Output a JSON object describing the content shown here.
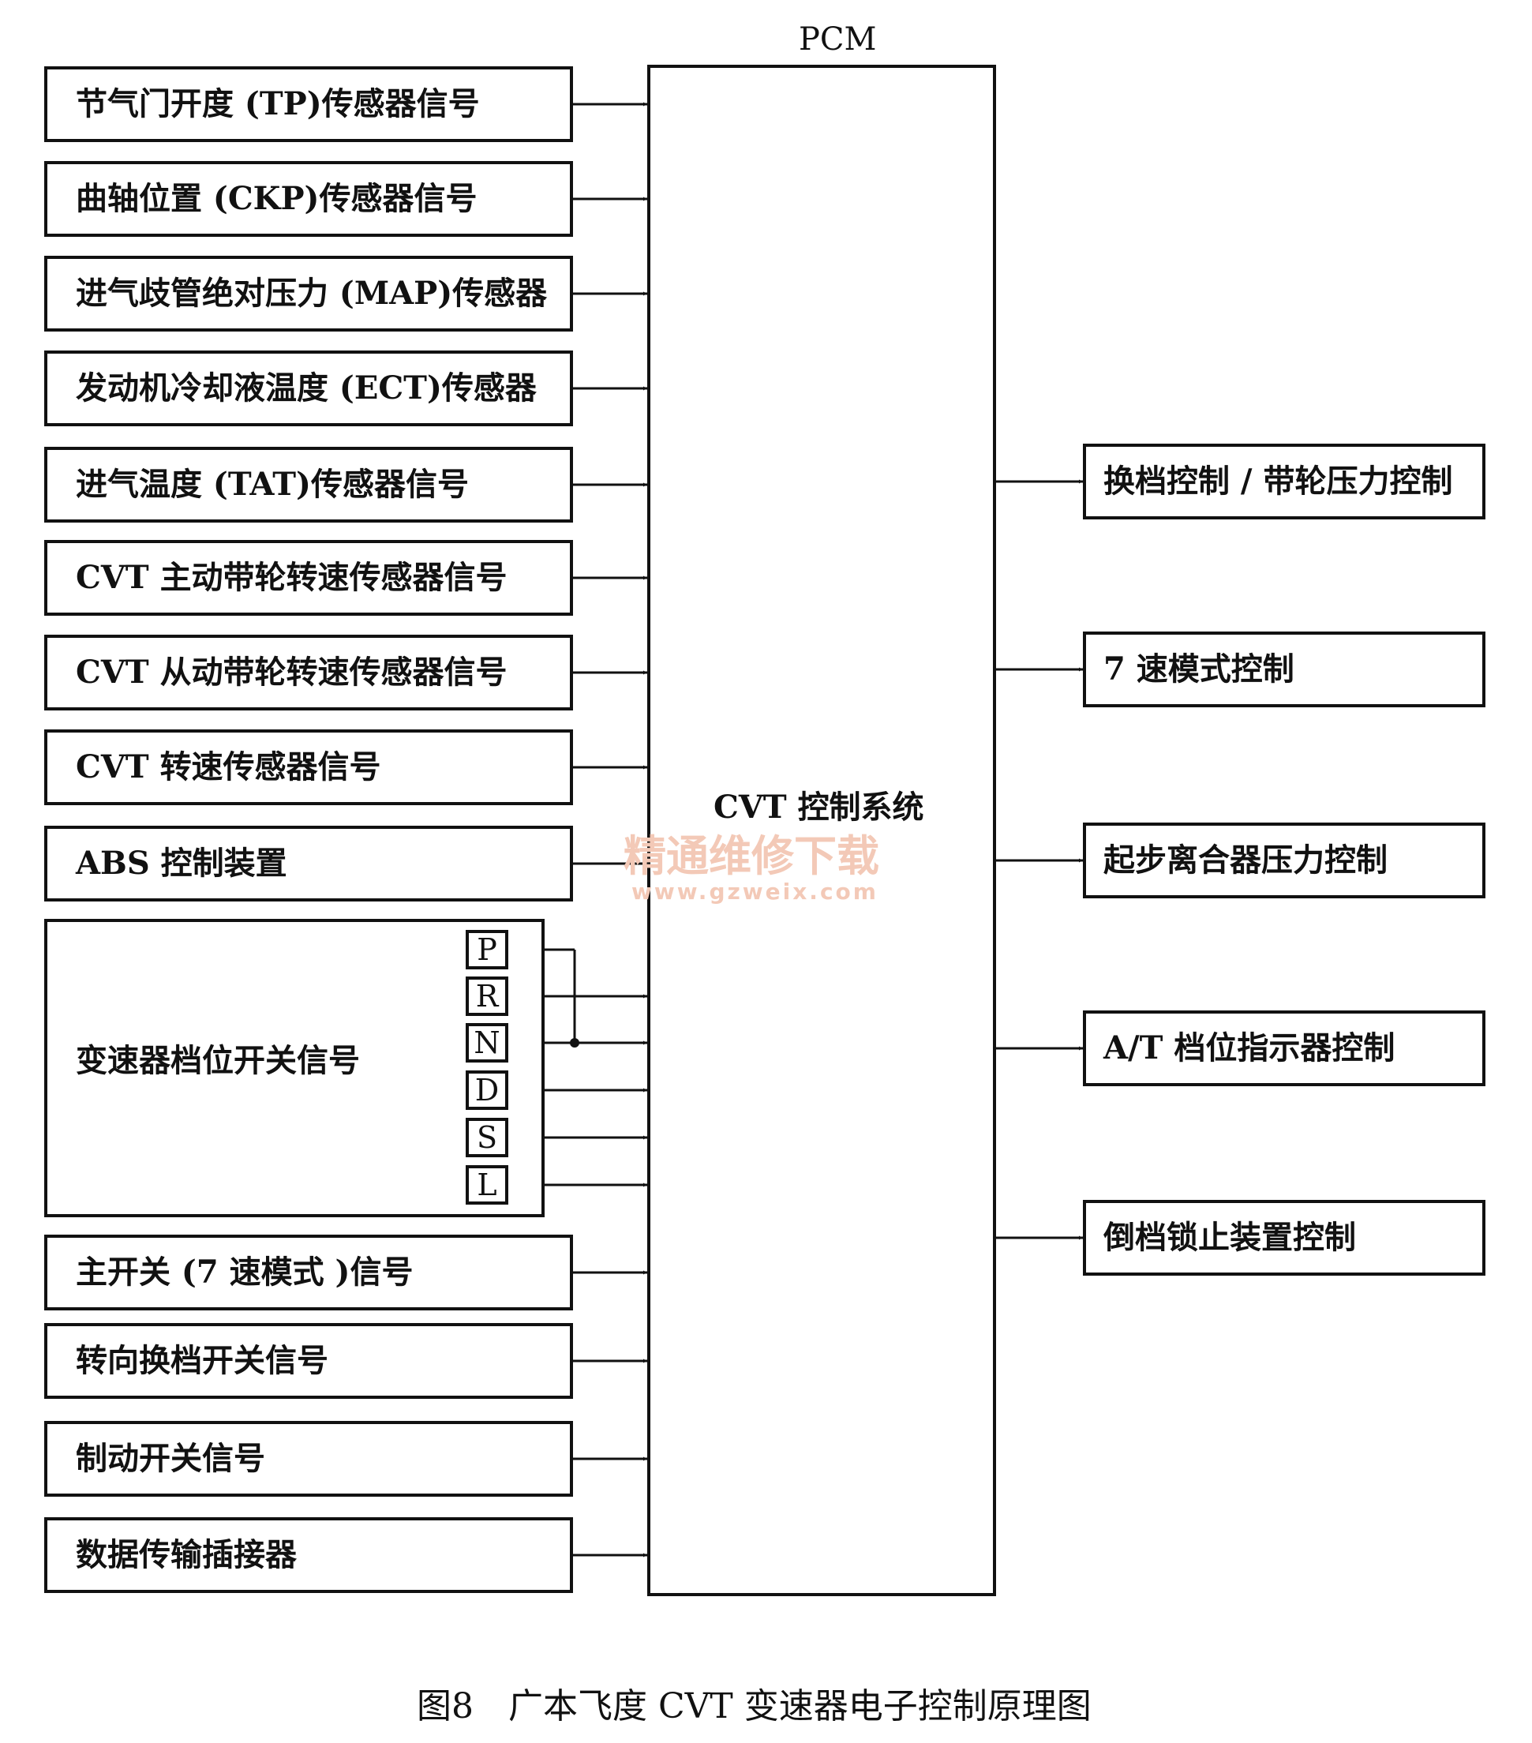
{
  "pcm_label": "PCM",
  "control_system_label": "CVT 控制系统",
  "inputs": [
    {
      "label": "节气门开度 (TP)传感器信号"
    },
    {
      "label": "曲轴位置 (CKP)传感器信号"
    },
    {
      "label": "进气歧管绝对压力 (MAP)传感器"
    },
    {
      "label": "发动机冷却液温度 (ECT)传感器"
    },
    {
      "label": "进气温度 (TAT)传感器信号"
    },
    {
      "label": "CVT 主动带轮转速传感器信号"
    },
    {
      "label": "CVT 从动带轮转速传感器信号"
    },
    {
      "label": "CVT 转速传感器信号"
    },
    {
      "label": "ABS 控制装置"
    }
  ],
  "gear_switch": {
    "label": "变速器档位开关信号",
    "positions": [
      "P",
      "R",
      "N",
      "D",
      "S",
      "L"
    ]
  },
  "inputs_lower": [
    {
      "label": "主开关 (7 速模式 )信号"
    },
    {
      "label": "转向换档开关信号"
    },
    {
      "label": "制动开关信号"
    },
    {
      "label": "数据传输插接器"
    }
  ],
  "outputs": [
    {
      "label": "换档控制 / 带轮压力控制"
    },
    {
      "label": "7 速模式控制"
    },
    {
      "label": "起步离合器压力控制"
    },
    {
      "label": "A/T 档位指示器控制"
    },
    {
      "label": "倒档锁止装置控制"
    }
  ],
  "watermark": {
    "line1": "精通维修下载",
    "line2": "www.gzweix.com"
  },
  "caption": "图8　广本飞度 CVT 变速器电子控制原理图"
}
